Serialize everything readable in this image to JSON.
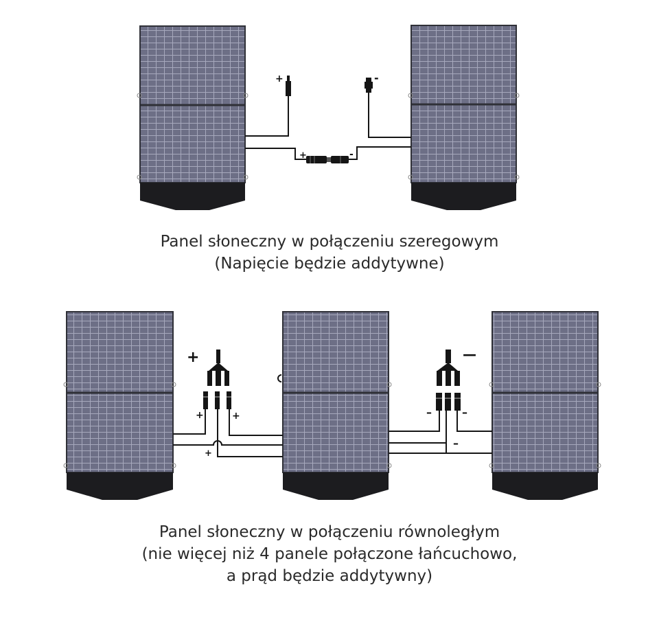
{
  "series": {
    "caption_line1": "Panel słoneczny w połączeniu szeregowym",
    "caption_line2": "(Napięcie będzie addytywne)",
    "signs": {
      "plug_plus": "+",
      "plug_minus": "-",
      "joint_plus": "+",
      "joint_minus": "-"
    }
  },
  "parallel": {
    "caption_line1": "Panel słoneczny w połączeniu równoległym",
    "caption_line2": "(nie więcej niż 4 panele połączone łańcuchowo,",
    "caption_line3": "a prąd będzie addytywny)",
    "signs": {
      "y_plus": "+",
      "y_plus_left": "+",
      "y_plus_right": "+",
      "y_plus_lower": "+",
      "y_minus": "—",
      "y_minus_left": "–",
      "y_minus_right": "–",
      "y_minus_lower": "–"
    }
  },
  "colors": {
    "panel_cells": "#6d6f86",
    "panel_grid": "#a7a9bd",
    "panel_frame": "#2f3037",
    "panel_base": "#1c1c1f",
    "wire": "#151515",
    "text": "#2a2a2a"
  }
}
